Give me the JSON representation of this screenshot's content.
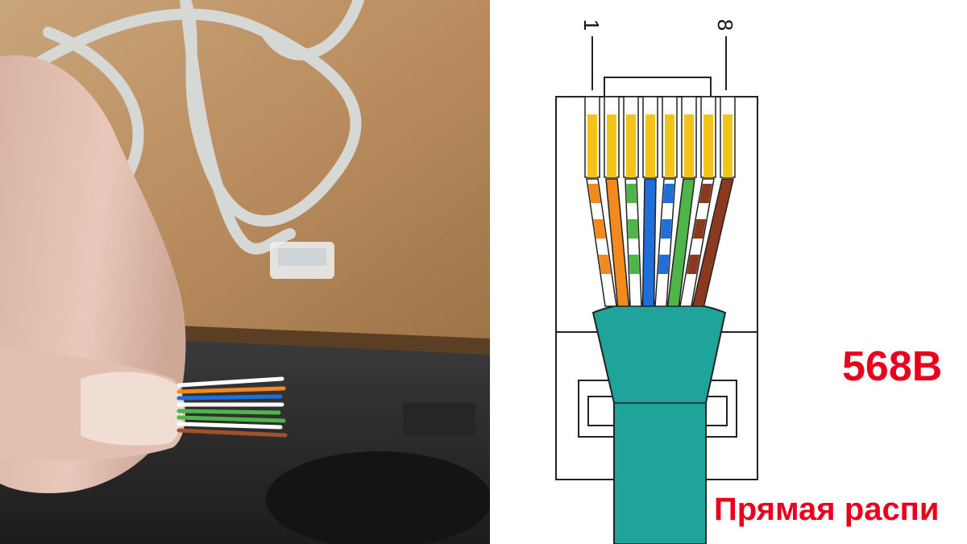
{
  "diagram": {
    "standard_label": "568B",
    "caption": "Прямая распи",
    "pin_first": "1",
    "pin_last": "8",
    "label_color": "#e8001c",
    "jacket_color": "#1fa49c",
    "contact_color": "#f2c318",
    "wires": [
      {
        "pin": "1",
        "base": "#ffffff",
        "stripe": "#f28a1e"
      },
      {
        "pin": "2",
        "base": "#f28a1e",
        "stripe": "#f28a1e"
      },
      {
        "pin": "3",
        "base": "#ffffff",
        "stripe": "#4fb548"
      },
      {
        "pin": "4",
        "base": "#1e6fd9",
        "stripe": "#1e6fd9"
      },
      {
        "pin": "5",
        "base": "#ffffff",
        "stripe": "#1e6fd9"
      },
      {
        "pin": "6",
        "base": "#4fb548",
        "stripe": "#4fb548"
      },
      {
        "pin": "7",
        "base": "#ffffff",
        "stripe": "#8b3a1f"
      },
      {
        "pin": "8",
        "base": "#8b3a1f",
        "stripe": "#8b3a1f"
      }
    ]
  }
}
